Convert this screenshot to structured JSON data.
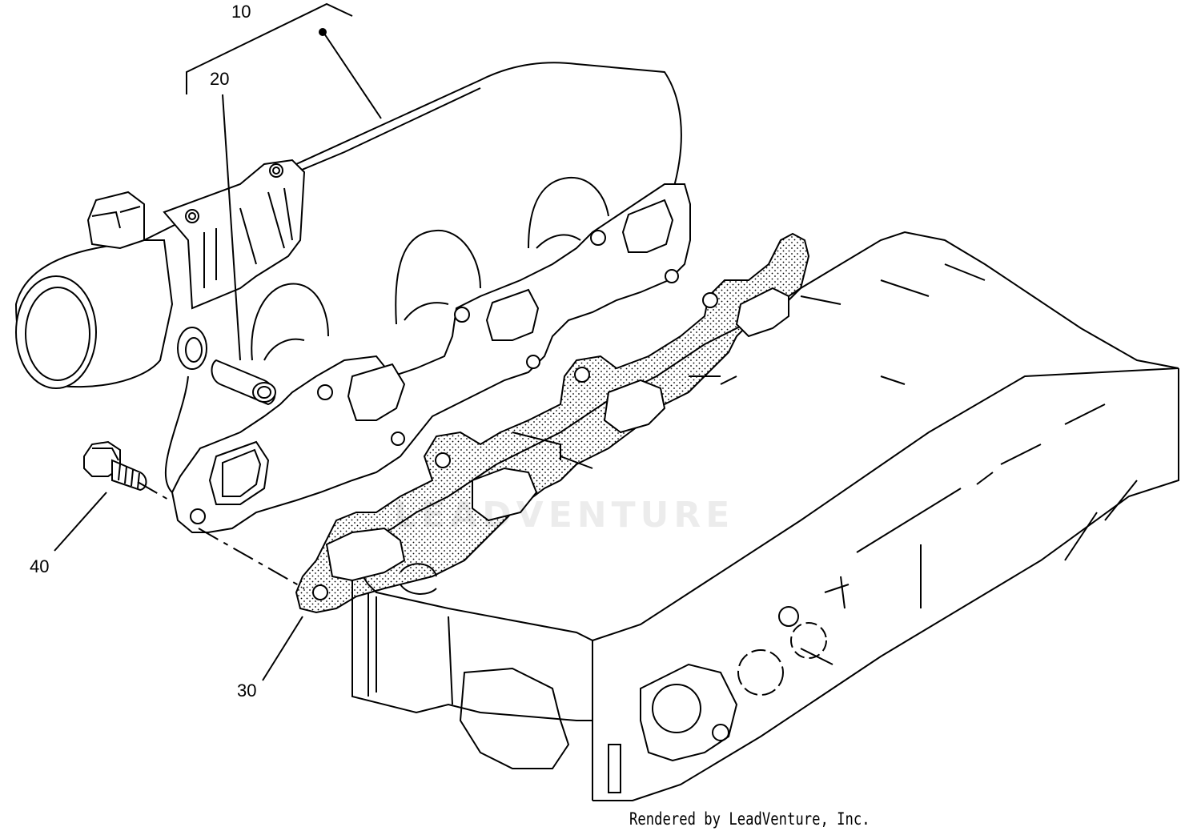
{
  "callouts": {
    "c10": "10",
    "c20": "20",
    "c30": "30",
    "c40": "40"
  },
  "watermark": "LEADVENTURE",
  "credit": "Rendered by LeadVenture, Inc.",
  "colors": {
    "ink": "#000000",
    "background": "#ffffff"
  }
}
